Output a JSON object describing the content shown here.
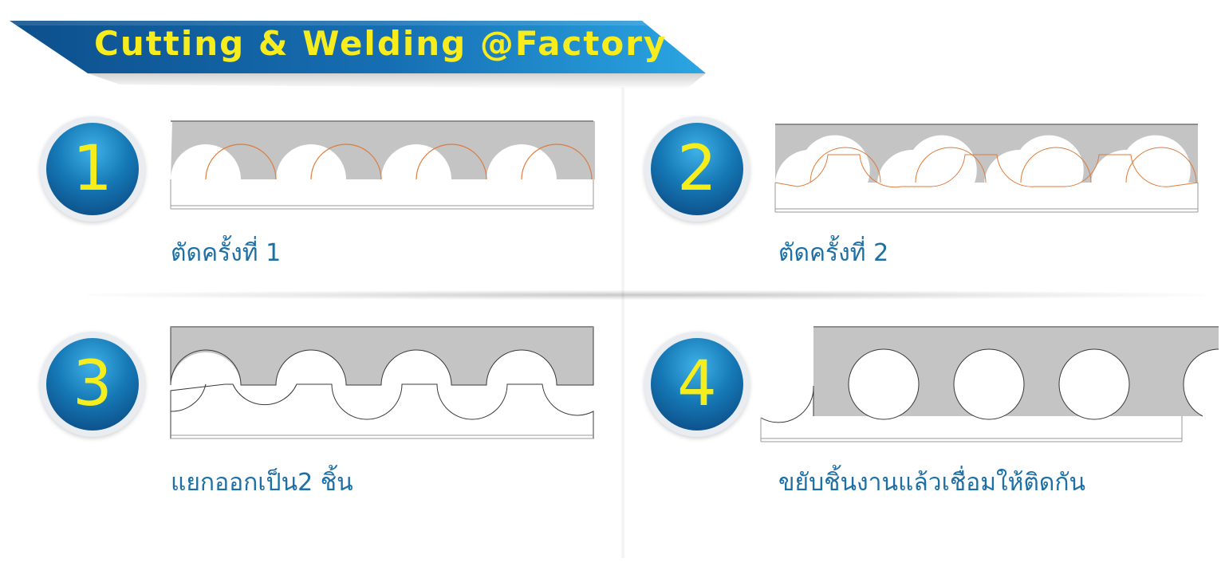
{
  "title": "Cutting & Welding @Factory",
  "colors": {
    "banner_blue": "#1e8fd0",
    "banner_dark": "#0f5a98",
    "title_yellow": "#f7ed1e",
    "badge_blue": "#1579b6",
    "badge_number": "#f5ee1c",
    "steel_gray": "#c4c4c4",
    "cut_line": "#e07a3a",
    "caption_blue": "#1d6fa6"
  },
  "steps": [
    {
      "number": "1",
      "caption": "ตัดครั้งที่ 1"
    },
    {
      "number": "2",
      "caption": "ตัดครั้งที่ 2"
    },
    {
      "number": "3",
      "caption": "แยกออกเป็น2 ชิ้น"
    },
    {
      "number": "4",
      "caption": "ขยับชิ้นงานแล้วเชื่อมให้ติดกัน"
    }
  ]
}
